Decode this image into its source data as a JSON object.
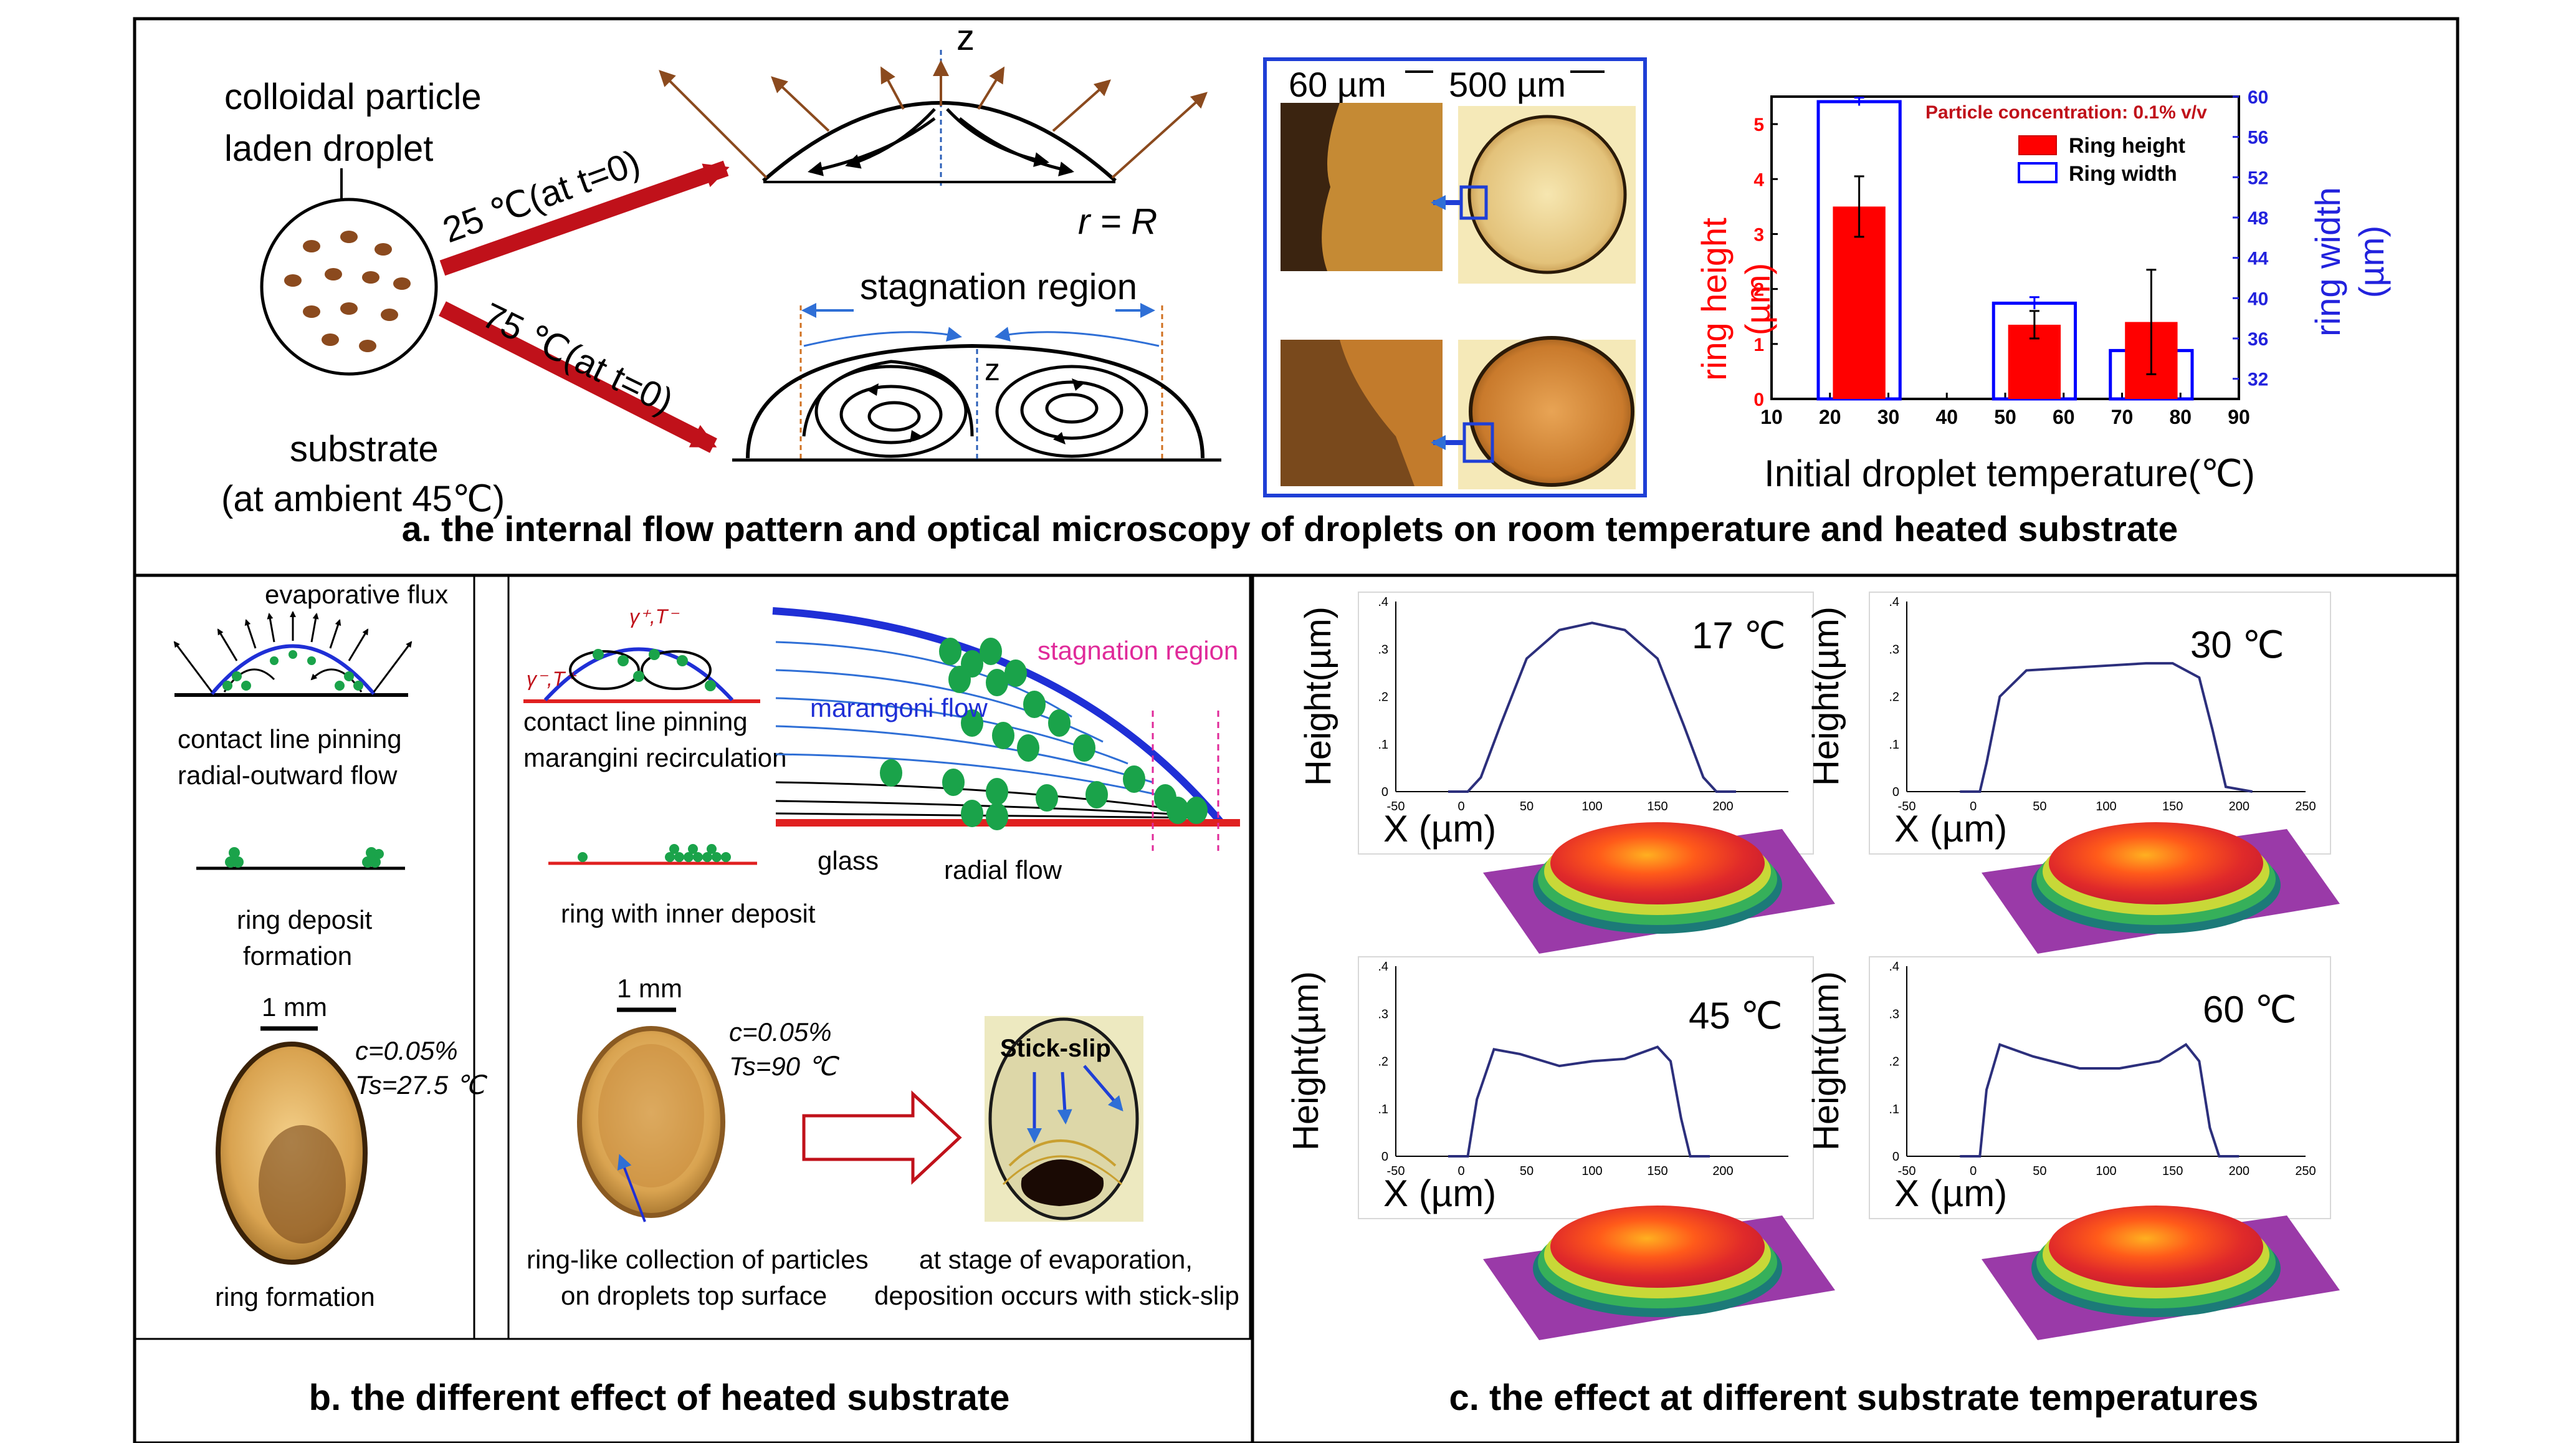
{
  "panel_a": {
    "droplet_label_1": "colloidal particle",
    "droplet_label_2": "laden droplet",
    "substrate_label": "substrate",
    "substrate_ambient": "(at ambient 45℃)",
    "arrow_25": "25 ℃(at t=0)",
    "arrow_75": "75 ℃(at t=0)",
    "z_top": "z",
    "r_label": "r = R",
    "stagnation": "stagnation region",
    "z_bottom": "z",
    "scale_60": "60 µm",
    "scale_500": "500 µm",
    "caption": "a. the internal flow pattern and optical microscopy of droplets on room temperature and heated substrate"
  },
  "bar_chart": {
    "annotation": "Particle concentration: 0.1% v/v",
    "legend_height": "Ring height",
    "legend_width": "Ring width",
    "ylabel_left_1": "ring height",
    "ylabel_left_2": "(µm)",
    "ylabel_right_1": "ring width",
    "ylabel_right_2": "(µm)",
    "xlabel": "Initial droplet temperature(℃)",
    "colors": {
      "height": "#ff0000",
      "width": "#0000ff",
      "axis_right": "#2222dd"
    }
  },
  "chart_data": [
    {
      "type": "bar",
      "x_ticks": [
        10,
        20,
        30,
        40,
        50,
        60,
        70,
        80,
        90
      ],
      "xlim": [
        10,
        90
      ],
      "y_left_ticks": [
        0,
        1,
        2,
        3,
        4,
        5
      ],
      "ylim_left": [
        0,
        5.5
      ],
      "y_right_ticks": [
        32,
        36,
        40,
        44,
        48,
        52,
        56,
        60
      ],
      "ylim_right": [
        30,
        60
      ],
      "series": [
        {
          "name": "Ring height",
          "x": [
            25,
            55,
            75
          ],
          "values": [
            3.5,
            1.35,
            1.4
          ],
          "errors": [
            0.55,
            0.25,
            0.95
          ]
        },
        {
          "name": "Ring width",
          "x": [
            25,
            55,
            75
          ],
          "values": [
            59.5,
            39.5,
            34.8
          ],
          "errors": [
            0.4,
            0.6,
            1.5
          ]
        }
      ]
    },
    {
      "type": "line",
      "title": "17 ℃",
      "x_ticks": [
        -50,
        0,
        50,
        100,
        150,
        200
      ],
      "y_ticks": [
        0,
        0.1,
        0.2,
        0.3,
        0.4
      ],
      "xlim": [
        -50,
        250
      ],
      "ylim": [
        0,
        0.4
      ],
      "x": [
        -10,
        5,
        15,
        30,
        50,
        75,
        100,
        125,
        150,
        170,
        185,
        195,
        210
      ],
      "y": [
        0,
        0,
        0.03,
        0.14,
        0.28,
        0.34,
        0.355,
        0.34,
        0.28,
        0.14,
        0.03,
        0,
        0
      ]
    },
    {
      "type": "line",
      "title": "30 ℃",
      "x_ticks": [
        -50,
        0,
        50,
        100,
        150,
        200,
        250
      ],
      "y_ticks": [
        0,
        0.1,
        0.2,
        0.3,
        0.4
      ],
      "xlim": [
        -50,
        250
      ],
      "ylim": [
        0,
        0.4
      ],
      "x": [
        -10,
        5,
        10,
        20,
        40,
        70,
        100,
        130,
        150,
        170,
        180,
        190,
        210
      ],
      "y": [
        0,
        0,
        0.06,
        0.2,
        0.255,
        0.26,
        0.265,
        0.27,
        0.27,
        0.24,
        0.13,
        0.01,
        0
      ]
    },
    {
      "type": "line",
      "title": "45 ℃",
      "x_ticks": [
        -50,
        0,
        50,
        100,
        150,
        200
      ],
      "y_ticks": [
        0,
        0.1,
        0.2,
        0.3,
        0.4
      ],
      "xlim": [
        -50,
        250
      ],
      "ylim": [
        0,
        0.4
      ],
      "x": [
        -10,
        5,
        12,
        25,
        45,
        75,
        100,
        125,
        150,
        160,
        168,
        175,
        190
      ],
      "y": [
        0,
        0,
        0.12,
        0.225,
        0.215,
        0.19,
        0.2,
        0.205,
        0.23,
        0.2,
        0.08,
        0,
        0
      ]
    },
    {
      "type": "line",
      "title": "60 ℃",
      "x_ticks": [
        -50,
        0,
        50,
        100,
        150,
        200,
        250
      ],
      "y_ticks": [
        0,
        0.1,
        0.2,
        0.3,
        0.4
      ],
      "xlim": [
        -50,
        250
      ],
      "ylim": [
        0,
        0.4
      ],
      "x": [
        -10,
        5,
        10,
        20,
        45,
        80,
        110,
        140,
        160,
        170,
        178,
        185,
        200
      ],
      "y": [
        0,
        0,
        0.14,
        0.235,
        0.21,
        0.185,
        0.185,
        0.2,
        0.235,
        0.2,
        0.06,
        0,
        0
      ]
    }
  ],
  "profiles": {
    "ylabel": "Height(µm)",
    "xlabel": "X (µm)",
    "colors": {
      "line": "#2c2f7c"
    }
  },
  "panel_b": {
    "evap_flux": "evaporative flux",
    "pinning_1": "contact line pinning",
    "pinning_2": "radial-outward flow",
    "ring_deposit_1": "ring deposit",
    "ring_deposit_2": "formation",
    "scale_1mm_a": "1 mm",
    "c_a": "c=0.05%",
    "ts_a": "Ts=27.5 ℃",
    "ring_formation": "ring formation",
    "gamma_top": "γ⁺,T⁻",
    "gamma_left": "γ⁻,T⁺",
    "marangoni_1": "contact line pinning",
    "marangoni_2": "marangini recirculation",
    "marangoni_flow": "marangoni flow",
    "stagnation": "stagnation region",
    "glass": "glass",
    "radial_flow": "radial flow",
    "ring_inner": "ring with inner deposit",
    "scale_1mm_b": "1 mm",
    "c_b": "c=0.05%",
    "ts_b": "Ts=90 ℃",
    "ringlike_1": "ring-like collection of particles",
    "ringlike_2": "on droplets top surface",
    "stick_slip": "Stick-slip",
    "stage_1": "at stage of evaporation,",
    "stage_2": "deposition occurs with stick-slip",
    "caption": "b. the different effect of heated substrate"
  },
  "panel_c": {
    "caption": "c. the effect at different substrate temperatures"
  }
}
